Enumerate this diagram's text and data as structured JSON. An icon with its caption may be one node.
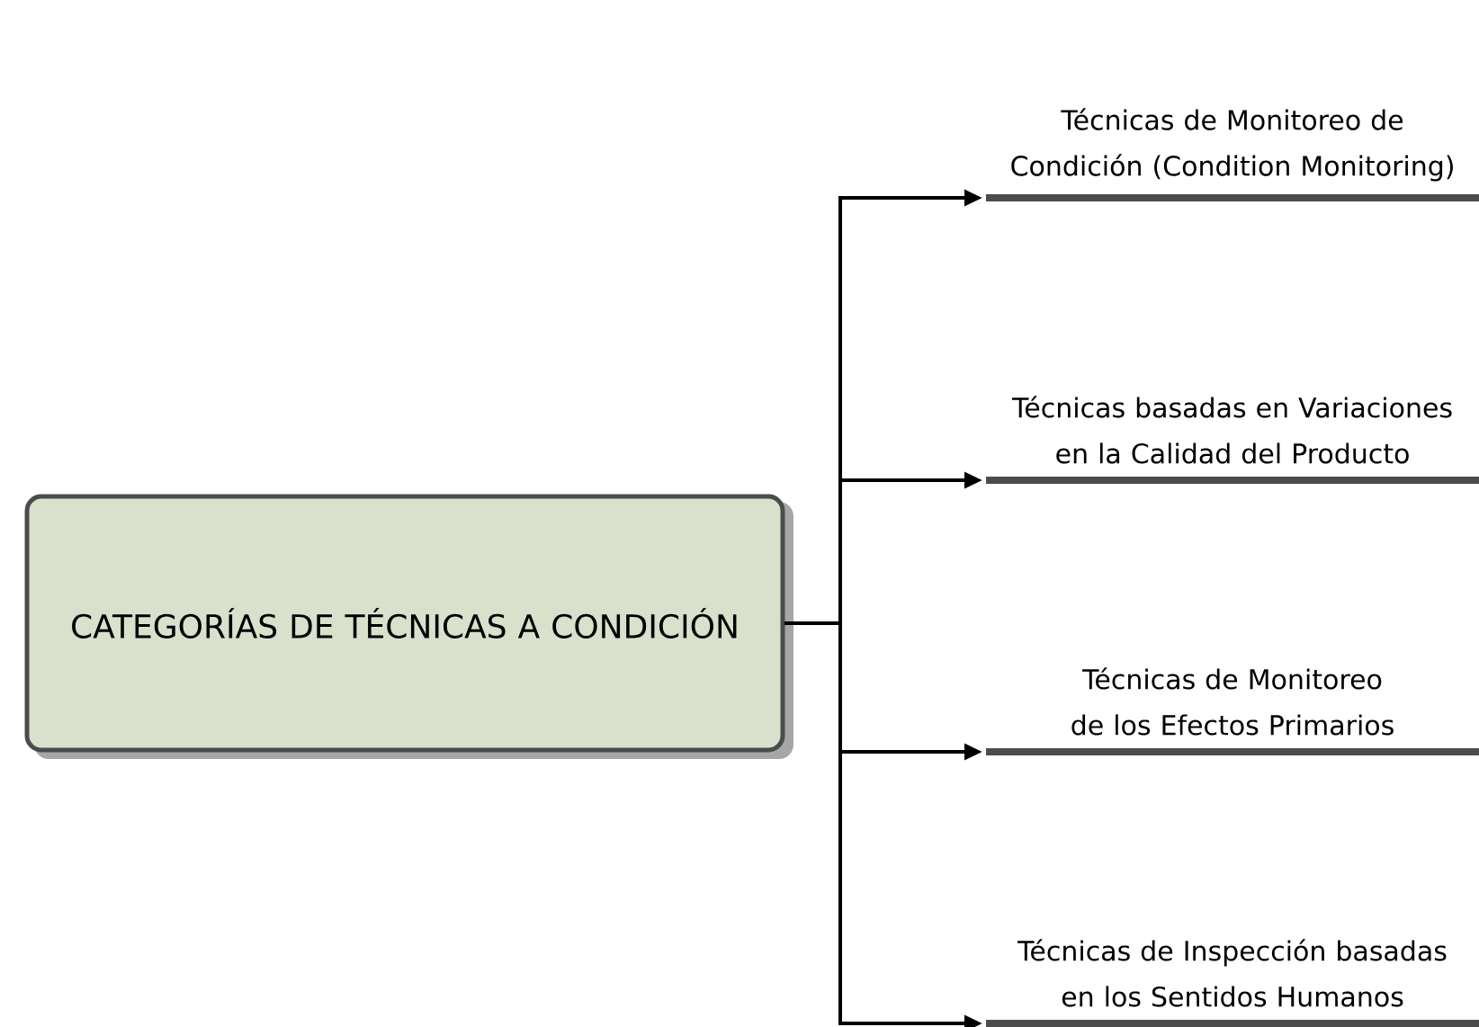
{
  "diagram": {
    "nodes": [
      {
        "text": [
          "CATEGORÍAS DE TÉCNICAS A CONDICIÓN"
        ]
      },
      {
        "text": [
          "Técnicas de Monitoreo de Condición (Condition Monitoring)"
        ]
      },
      {
        "text": [
          "Técnicas basadas en Variaciones en la Calidad del Producto"
        ]
      },
      {
        "text": [
          "Técnicas de Monitoreo de los Efectos Primarios"
        ]
      },
      {
        "text": [
          "Técnicas de Inspección basadas en los Sentidos Humanos"
        ]
      }
    ],
    "edges": [
      {
        "from": 0,
        "to": 1,
        "arrow": "to"
      },
      {
        "from": 0,
        "to": 2,
        "arrow": "to"
      },
      {
        "from": 0,
        "to": 3,
        "arrow": "to"
      },
      {
        "from": 0,
        "to": 4,
        "arrow": "to"
      }
    ]
  }
}
